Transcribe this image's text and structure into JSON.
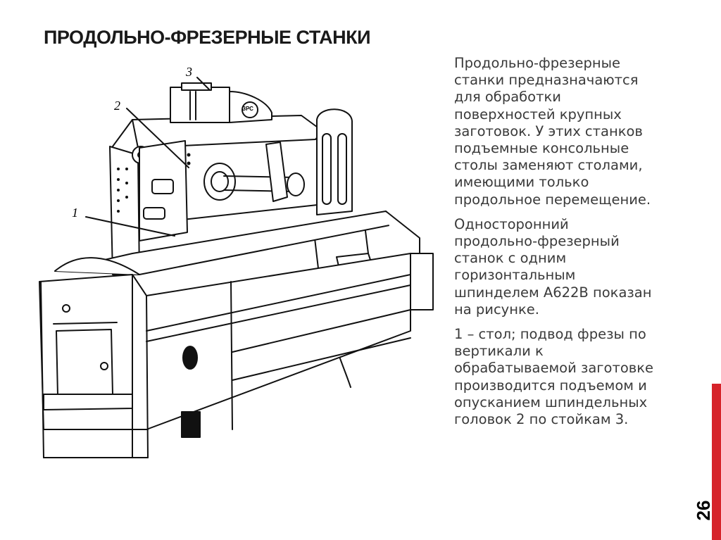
{
  "slide": {
    "title": "ПРОДОЛЬНО-ФРЕЗЕРНЫЕ СТАНКИ",
    "paragraphs": [
      "Продольно-фрезерные\nстанки предназначаются\nдля обработки\nповерхностей крупных\nзаготовок. У этих станков\nподъемные консольные\nстолы заменяют столами,\nимеющими только\nпродольное перемещение.",
      "Односторонний\nпродольно-фрезерный\nстанок с одним\nгоризонтальным\nшпинделем А622В показан\nна рисунке.",
      "1 – стол; подвод фрезы по\nвертикали к\nобрабатываемой заготовке\nпроизводится подъемом и\nопусканием шпиндельных\nголовок 2 по стойкам 3."
    ],
    "page_number": "26",
    "accent_color": "#d6232a"
  },
  "figure": {
    "callouts": [
      "1",
      "2",
      "3"
    ],
    "emblem_text": "ЗРС"
  }
}
